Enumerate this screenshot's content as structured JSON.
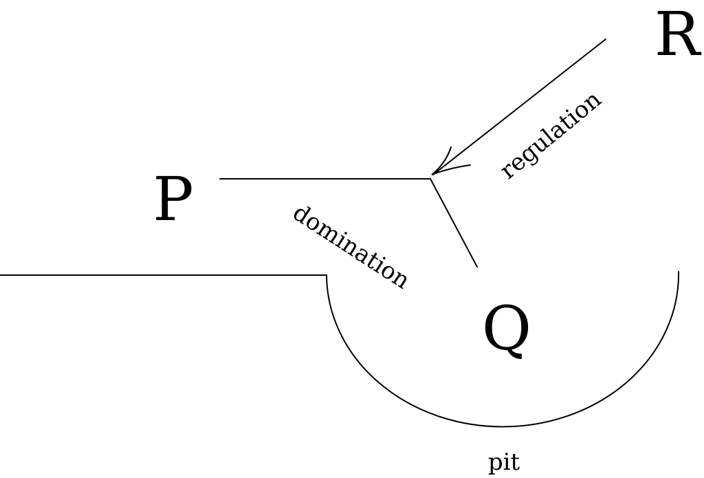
{
  "diagram": {
    "nodes": {
      "p": "P",
      "q": "Q",
      "r": "R"
    },
    "edge_labels": {
      "regulation": "regulation",
      "domination": "domination",
      "pit": "pit"
    },
    "colors": {
      "stroke": "#000000",
      "background": "#ffffff"
    }
  }
}
